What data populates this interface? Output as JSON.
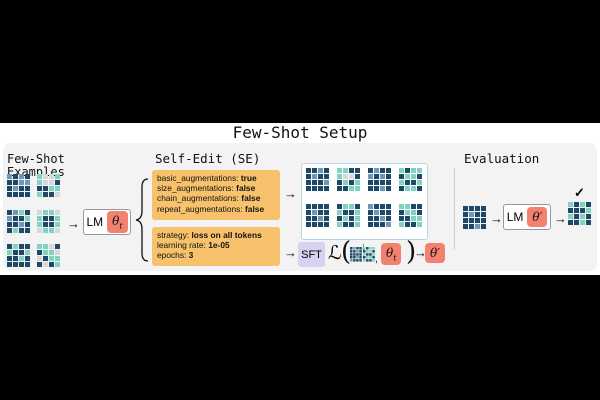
{
  "title": "Few-Shot Setup",
  "sections": {
    "fewshot_line1": "Few-Shot",
    "fewshot_line2": "Examples",
    "selfedit": "Self-Edit (SE)",
    "evaluation": "Evaluation"
  },
  "config_top": [
    {
      "key": "basic_augmentations:",
      "value": "true"
    },
    {
      "key": "size_augmentations:",
      "value": "false"
    },
    {
      "key": "chain_augmentations:",
      "value": "false"
    },
    {
      "key": "repeat_augmentations:",
      "value": "false"
    }
  ],
  "config_bottom": [
    {
      "key": "strategy:",
      "value": "loss on all tokens"
    },
    {
      "key": "learning rate:",
      "value": "1e-05"
    },
    {
      "key": "epochs:",
      "value": "3"
    }
  ],
  "lm": {
    "label": "LM",
    "theta": "θ",
    "theta_sub": "t",
    "theta_prime": "θ′"
  },
  "sft": {
    "label": "SFT",
    "loss_symbol": "ℒ"
  },
  "arrow": "→",
  "down_arrow": "↓",
  "check": "✓",
  "colors": {
    "dark": "#1e4868",
    "mid": "#6f98b8",
    "teal": "#7fd3c0",
    "light": "#d5d9dc",
    "theta_bg": "#f2826f",
    "config_bg": "#f7c26b",
    "sft_bg": "#d6d2f2"
  }
}
